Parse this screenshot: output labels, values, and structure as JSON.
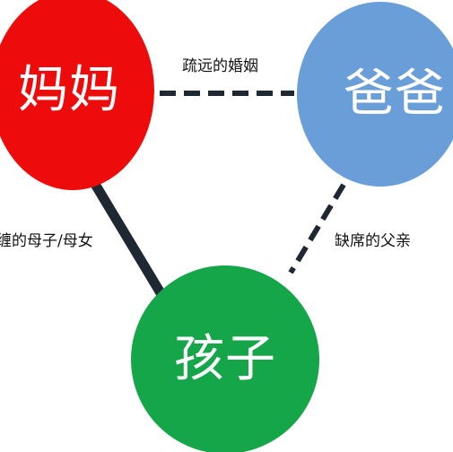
{
  "colors": {
    "mother": "#ee0b0b",
    "father": "#6a9ed8",
    "child": "#16a64a",
    "link": "#1f2733",
    "text": "#111111"
  },
  "nodes": {
    "mother": "妈妈",
    "father": "爸爸",
    "child": "孩子"
  },
  "links": {
    "marriage": {
      "label": "疏远的婚姻",
      "style": "dashed"
    },
    "mother_child": {
      "label": "缠的母子/母女",
      "style": "solid"
    },
    "father_child": {
      "label": "缺席的父亲",
      "style": "dashed"
    }
  }
}
